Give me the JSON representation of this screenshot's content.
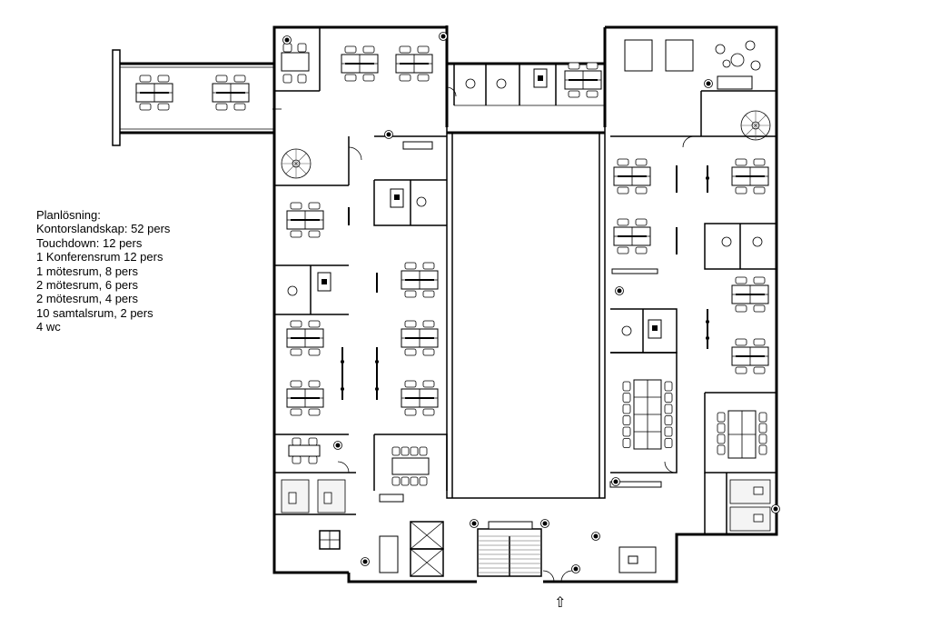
{
  "legend": {
    "title": "Planlösning:",
    "items": [
      "Kontorslandskap: 52 pers",
      "Touchdown: 12 pers",
      "1 Konferensrum 12 pers",
      "1 mötesrum, 8 pers",
      "2 mötesrum, 6 pers",
      "2 mötesrum, 4 pers",
      "10 samtalsrum, 2 pers",
      "4 wc"
    ]
  },
  "entrance_arrow_glyph": "⇧"
}
